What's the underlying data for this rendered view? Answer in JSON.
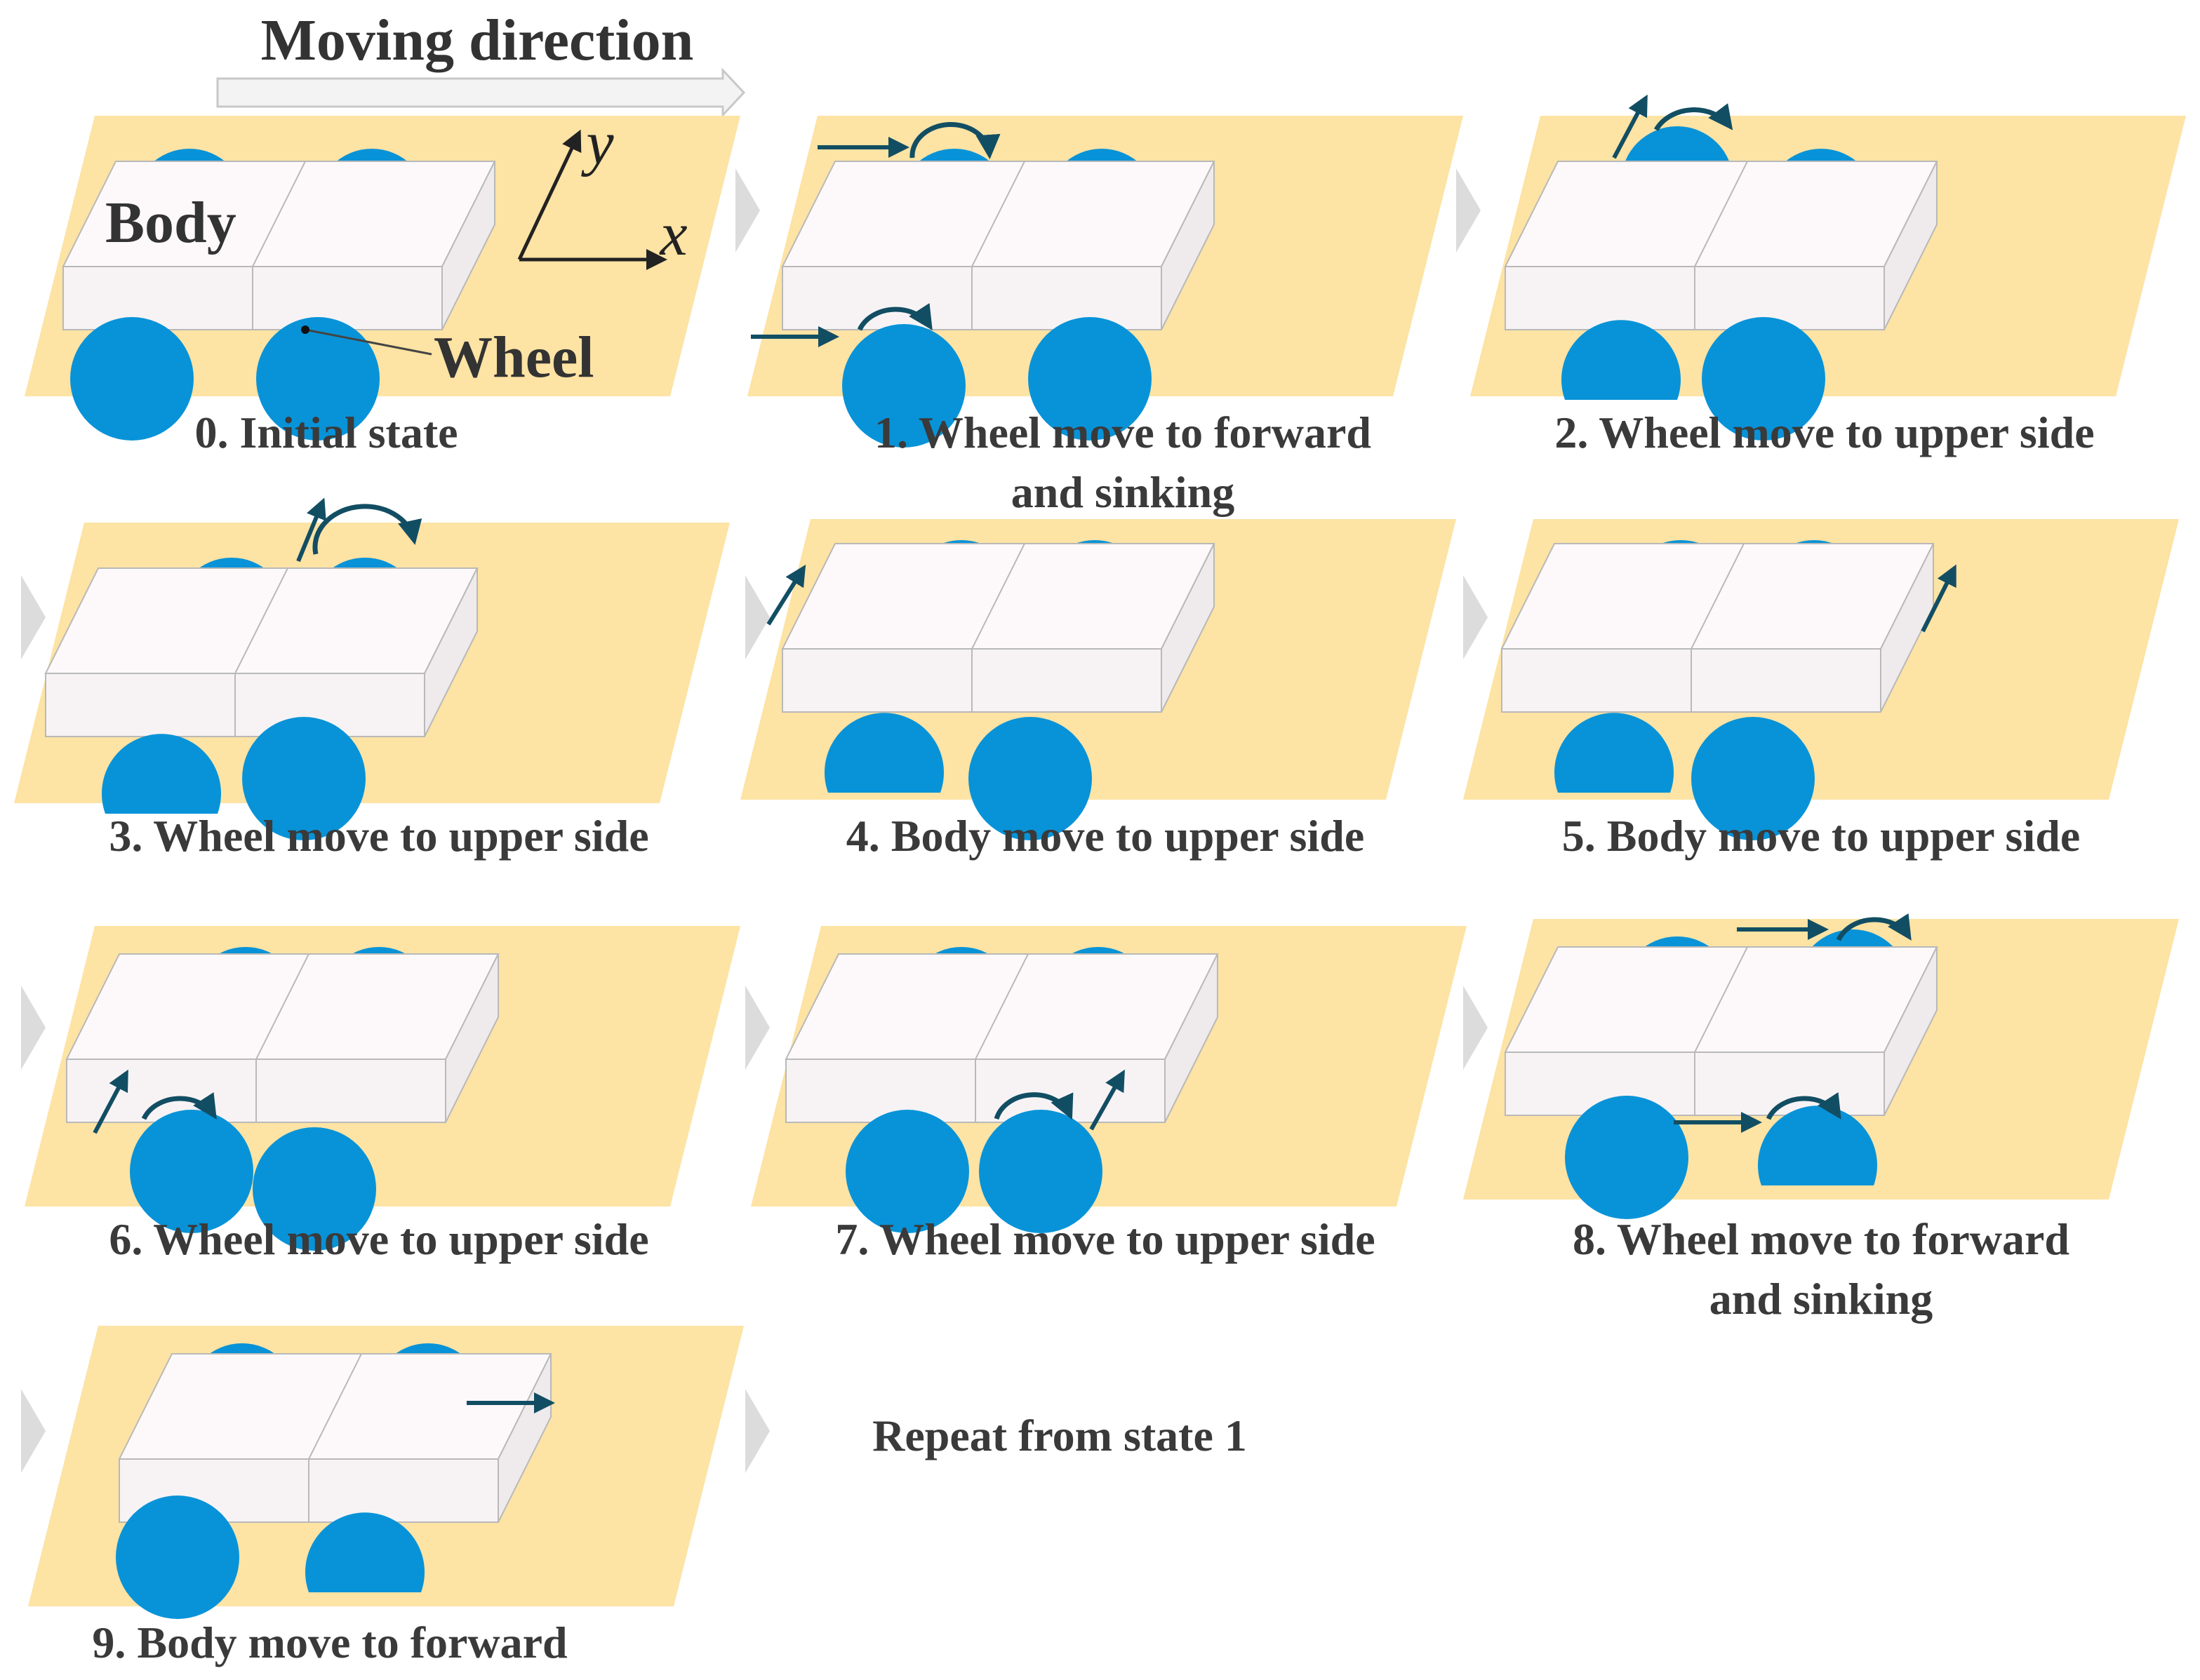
{
  "header": {
    "moving_direction": "Moving direction"
  },
  "part_labels": {
    "body": "Body",
    "wheel": "Wheel"
  },
  "axes": {
    "x": "x",
    "y": "y"
  },
  "states": [
    {
      "label": "0. Initial state"
    },
    {
      "label": "1. Wheel move to forward",
      "label2": "and sinking"
    },
    {
      "label": "2. Wheel move to upper side"
    },
    {
      "label": "3. Wheel move to upper side"
    },
    {
      "label": "4. Body move to upper side"
    },
    {
      "label": "5. Body move to upper side"
    },
    {
      "label": "6. Wheel move to upper side"
    },
    {
      "label": "7. Wheel move to upper side"
    },
    {
      "label": "8. Wheel move to forward",
      "label2": "and sinking"
    },
    {
      "label": "9. Body move to forward"
    }
  ],
  "repeat_note": "Repeat from state 1",
  "colors": {
    "ground": "#fde3a4",
    "wheel": "#0893d8",
    "body": "#fdf9fb",
    "body_edge": "#b9b9b9",
    "arrow": "#124e63",
    "chevron": "#dcdcdc",
    "text": "#3a3a3a"
  }
}
